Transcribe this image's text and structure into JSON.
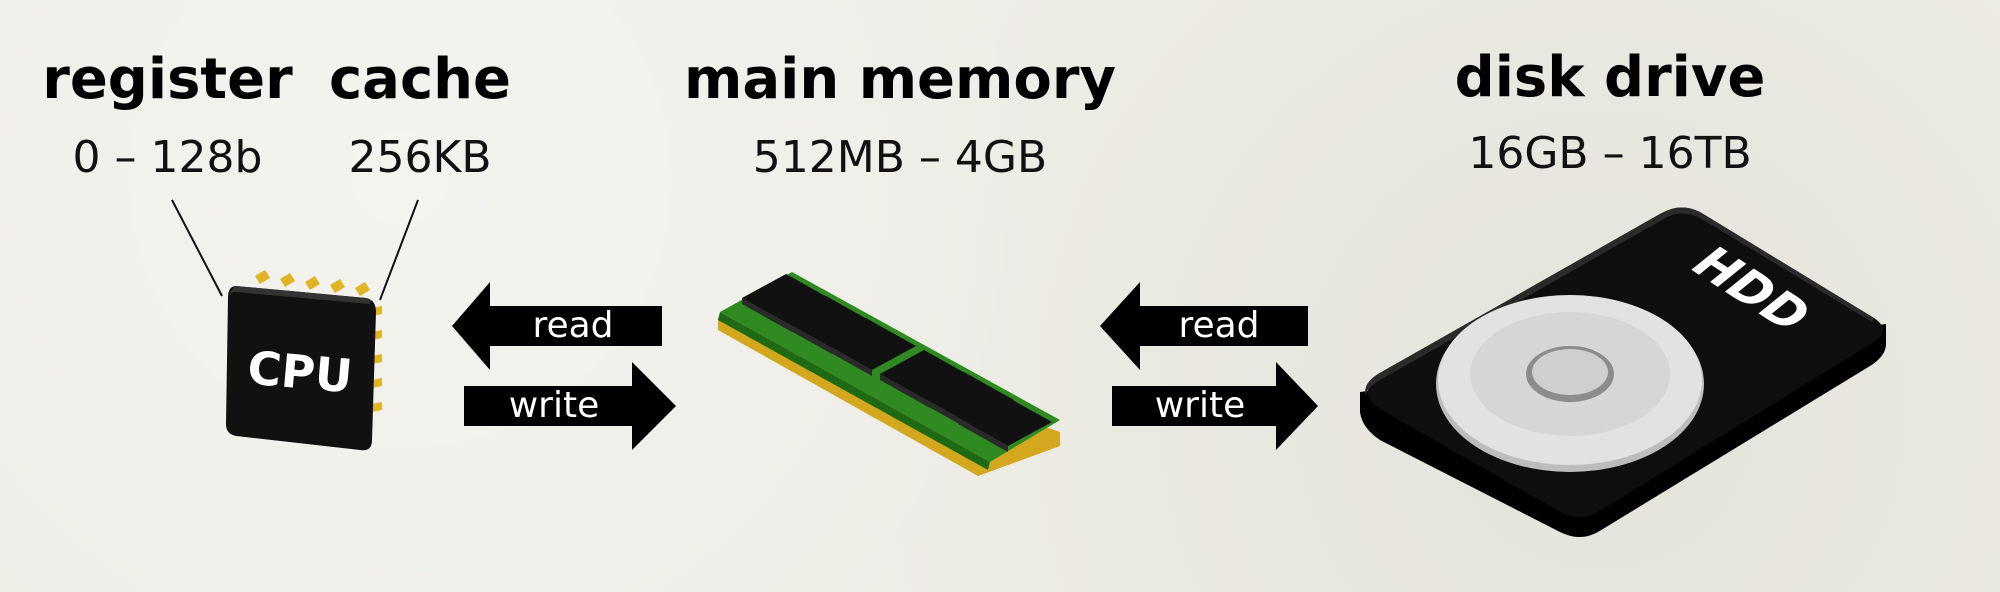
{
  "components": {
    "register": {
      "label": "register",
      "size": "0 – 128b"
    },
    "cache": {
      "label": "cache",
      "size": "256KB"
    },
    "main_memory": {
      "label": "main memory",
      "size": "512MB – 4GB"
    },
    "disk_drive": {
      "label": "disk drive",
      "size": "16GB – 16TB"
    }
  },
  "icons": {
    "cpu": {
      "name": "cpu-chip-icon",
      "label": "CPU"
    },
    "ram": {
      "name": "ram-module-icon"
    },
    "hdd": {
      "name": "hard-disk-icon",
      "label": "HDD"
    }
  },
  "arrows": {
    "cpu_memory": {
      "read": "read",
      "write": "write"
    },
    "memory_disk": {
      "read": "read",
      "write": "write"
    }
  },
  "colors": {
    "background": "#eeede6",
    "device": "#0a0a0a",
    "pcb_green": "#2f8a22",
    "gold_pins": "#e0b422",
    "platter": "#d9d9d9"
  }
}
